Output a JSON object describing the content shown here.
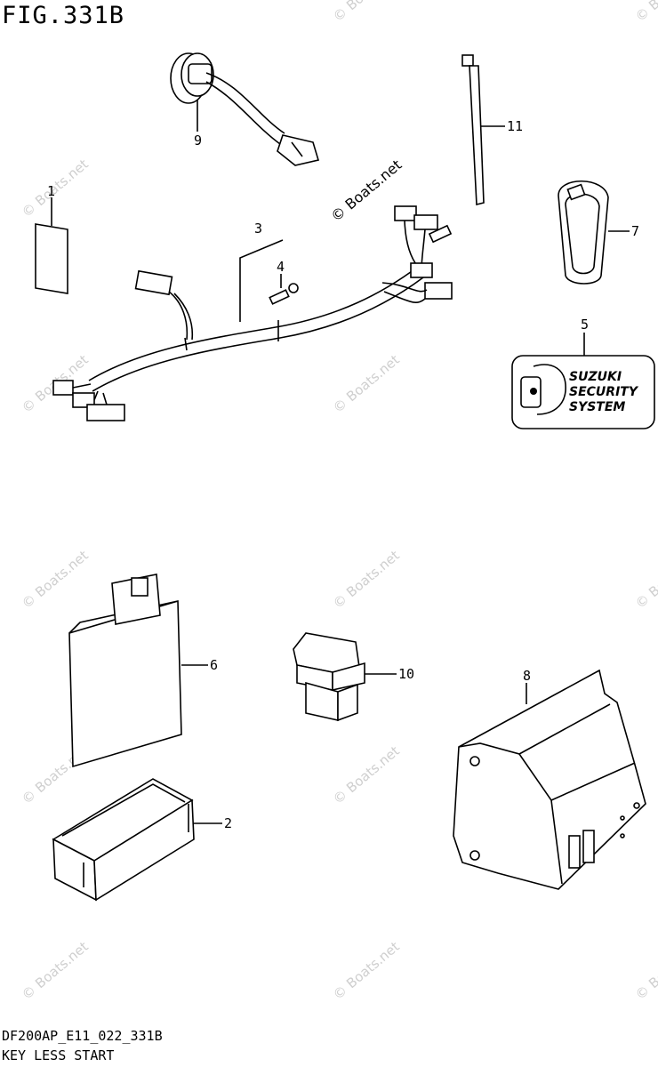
{
  "figure": {
    "title": "FIG.331B",
    "code": "DF200AP_E11_022_331B",
    "subtitle": "KEY LESS START"
  },
  "watermark": "© Boats.net",
  "label_5_lines": [
    "SUZUKI",
    "SECURITY",
    "SYSTEM"
  ],
  "callouts": [
    "1",
    "2",
    "3",
    "4",
    "5",
    "6",
    "7",
    "8",
    "9",
    "10",
    "11"
  ]
}
